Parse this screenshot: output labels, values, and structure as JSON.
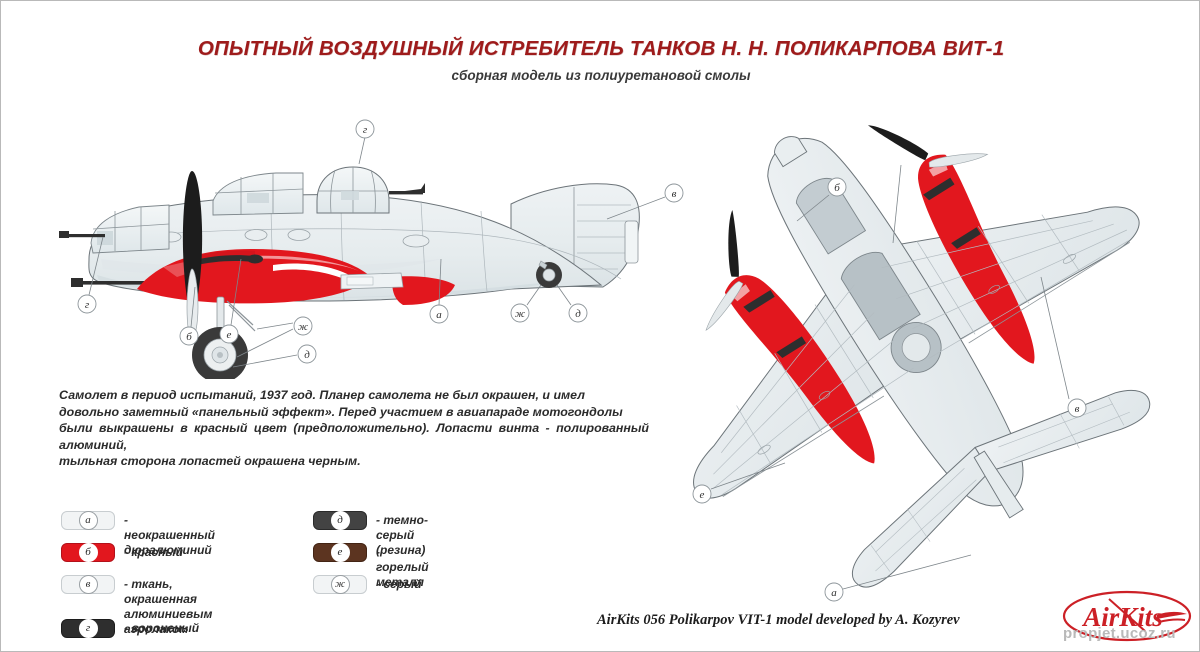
{
  "title": {
    "main": "ОПЫТНЫЙ ВОЗДУШНЫЙ ИСТРЕБИТЕЛЬ ТАНКОВ Н. Н. ПОЛИКАРПОВА ВИТ-1",
    "subtitle": "сборная модель из полиуретановой смолы",
    "color": "#9e1b1b"
  },
  "description": {
    "line1": "Самолет в период испытаний, 1937 год. Планер самолета не был окрашен, и имел",
    "line2": "довольно заметный «панельный эффект». Перед участием в авиапараде мотогондолы",
    "line3": "были выкрашены в красный цвет (предположительно). Лопасти винта - полированный алюминий,",
    "line4": "тыльная сторона лопастей окрашена черным."
  },
  "legend": {
    "left": [
      {
        "mark": "а",
        "swatch": "light",
        "text": "- неокрашенный дюралюминий"
      },
      {
        "mark": "б",
        "swatch": "red",
        "text": "- красный"
      },
      {
        "mark": "в",
        "swatch": "light",
        "text": "- ткань, окрашенная\nалюминиевым аэролаком"
      },
      {
        "mark": "г",
        "swatch": "dark",
        "text": "- вороненый"
      }
    ],
    "right": [
      {
        "mark": "д",
        "swatch": "darkgray",
        "text": "- темно-серый (резина)"
      },
      {
        "mark": "е",
        "swatch": "brown",
        "text": "- горелый металл"
      },
      {
        "mark": "ж",
        "swatch": "light",
        "text": "- серый"
      }
    ]
  },
  "colors": {
    "red": "#e2171e",
    "airframe": "#e9eef0",
    "airframe_shade": "#dde4e7",
    "outline": "#6c7479",
    "dark": "#2e2e2e",
    "tire": "#3a3a3a",
    "title_red": "#9e1b1b",
    "logo_red": "#cc2026",
    "watermark_gray": "#b9b9b9"
  },
  "side_view": {
    "callouts": [
      {
        "id": "g-top",
        "label": "г"
      },
      {
        "id": "g-left",
        "label": "г"
      },
      {
        "id": "b",
        "label": "б"
      },
      {
        "id": "e",
        "label": "е"
      },
      {
        "id": "zh",
        "label": "ж"
      },
      {
        "id": "d",
        "label": "д"
      },
      {
        "id": "a",
        "label": "а"
      },
      {
        "id": "zh2",
        "label": "ж"
      },
      {
        "id": "d2",
        "label": "д"
      },
      {
        "id": "v",
        "label": "в"
      }
    ]
  },
  "top_view": {
    "callouts": [
      {
        "id": "b",
        "label": "б"
      },
      {
        "id": "v",
        "label": "в"
      },
      {
        "id": "e",
        "label": "е"
      },
      {
        "id": "a",
        "label": "а"
      }
    ]
  },
  "credit": {
    "text": "AirKits 056 Polikarpov VIT-1 model developed by A. Kozyrev"
  },
  "logo": {
    "brand": "AirKits",
    "watermark": "propjet.ucoz.ru"
  }
}
